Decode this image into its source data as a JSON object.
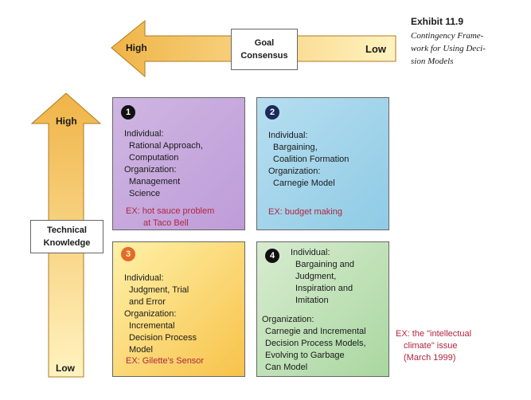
{
  "caption": {
    "title": "Exhibit 11.9",
    "line1": "Contingency Frame-",
    "line2": "work for Using Deci-",
    "line3": "sion Models"
  },
  "goal_axis": {
    "high": "High",
    "low": "Low",
    "label_line1": "Goal",
    "label_line2": "Consensus"
  },
  "tech_axis": {
    "high": "High",
    "low": "Low",
    "label_line1": "Technical",
    "label_line2": "Knowledge"
  },
  "quadrants": {
    "q1": {
      "number": "1",
      "lines": [
        "Individual:",
        "Rational Approach,",
        "Computation",
        "Organization:",
        "Management",
        "Science"
      ],
      "ex_line1": "EX:  hot sauce problem",
      "ex_line2": "at Taco Bell"
    },
    "q2": {
      "number": "2",
      "lines": [
        "Individual:",
        "Bargaining,",
        "Coalition Formation",
        "Organization:",
        "Carnegie Model"
      ],
      "ex_line1": "EX: budget making"
    },
    "q3": {
      "number": "3",
      "lines": [
        "Individual:",
        "Judgment, Trial",
        "and Error",
        "Organization:",
        "Incremental",
        "Decision Process",
        "Model"
      ],
      "ex_line1": "EX: Gilette's Sensor"
    },
    "q4": {
      "number": "4",
      "lines": [
        "Individual:",
        "Bargaining and",
        "Judgment,",
        "Inspiration and",
        "Imitation",
        "Organization:",
        "Carnegie and Incremental",
        "Decision Process Models,",
        "Evolving to Garbage",
        "Can Model"
      ]
    }
  },
  "side_example": {
    "line1": "EX: the \"intellectual",
    "line2": "climate\" issue",
    "line3": "(March 1999)"
  },
  "colors": {
    "arrow_light": "#fff0b0",
    "arrow_dark": "#f0b447",
    "example_text": "#b0253f"
  }
}
